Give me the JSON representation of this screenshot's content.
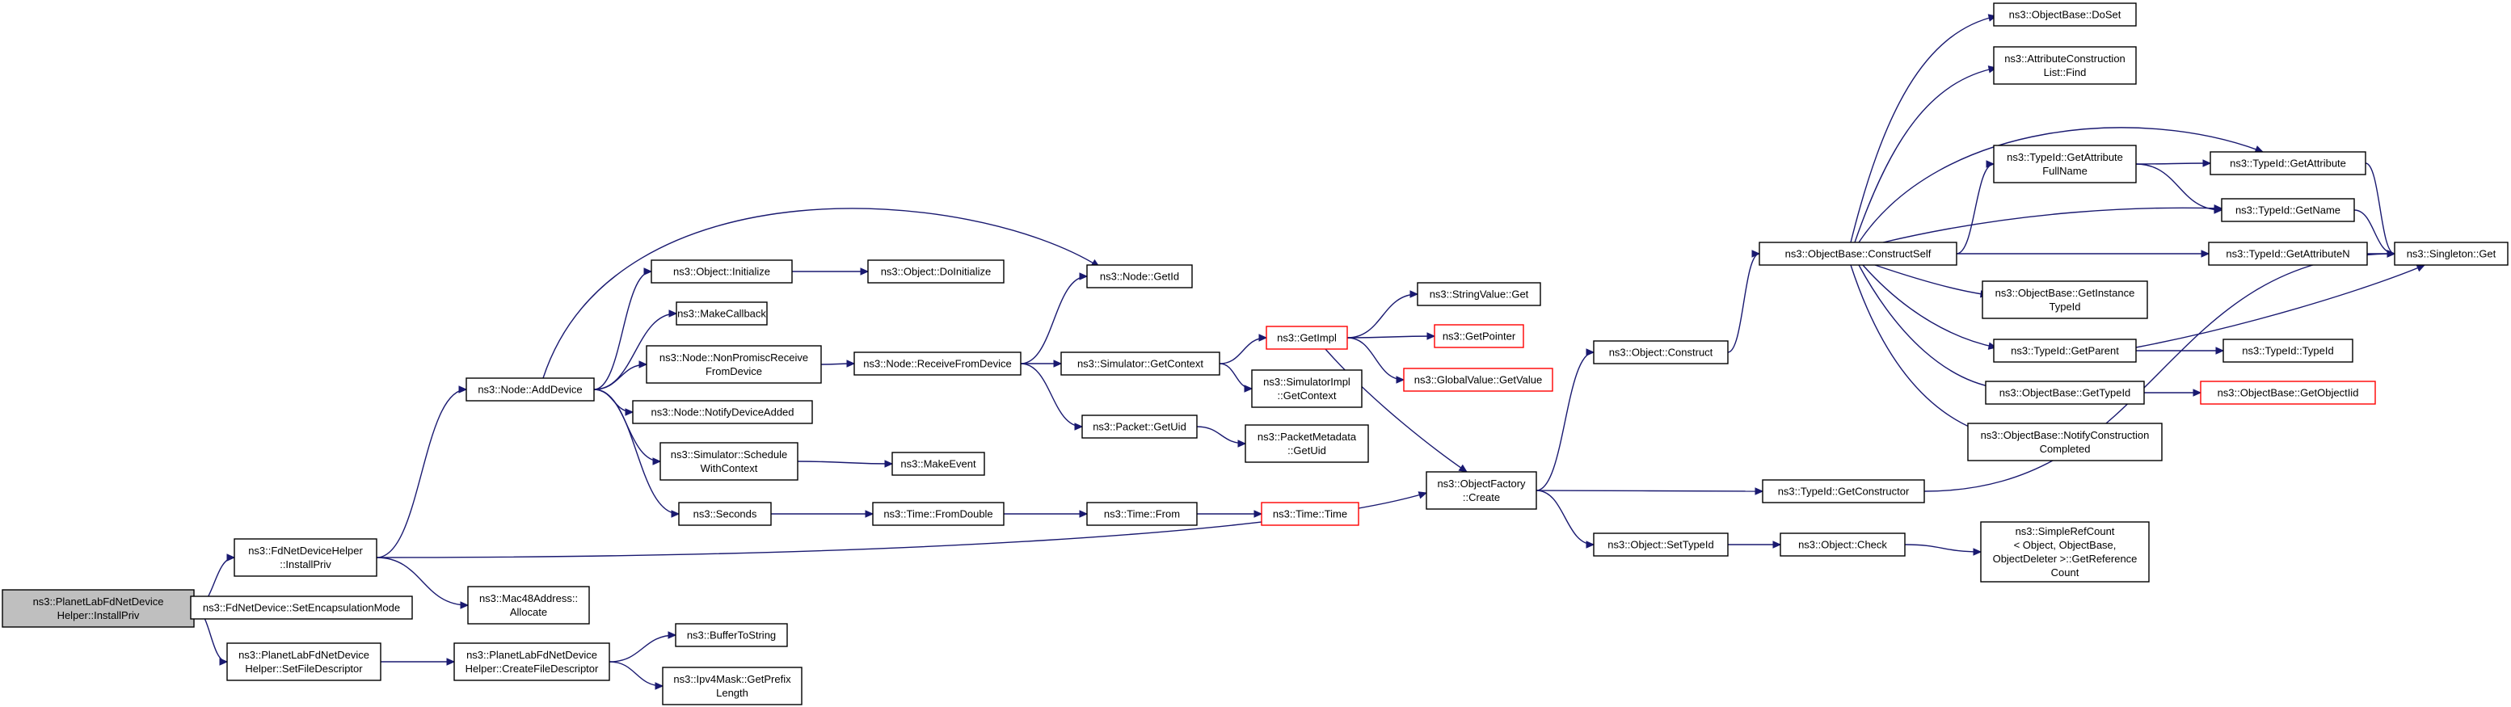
{
  "colors": {
    "edge": "#191970",
    "node_border": "#000000",
    "truncated_border": "#ff0000",
    "root_fill": "#bfbfbf",
    "node_fill": "#ffffff"
  },
  "nodes": [
    {
      "id": "root",
      "lines": [
        "ns3::PlanetLabFdNetDevice",
        "Helper::InstallPriv"
      ],
      "kind": "root"
    },
    {
      "id": "fd_installpriv",
      "lines": [
        "ns3::FdNetDeviceHelper",
        "::InstallPriv"
      ],
      "kind": "normal"
    },
    {
      "id": "setencap",
      "lines": [
        "ns3::FdNetDevice::SetEncapsulationMode"
      ],
      "kind": "normal"
    },
    {
      "id": "setfiledesc",
      "lines": [
        "ns3::PlanetLabFdNetDevice",
        "Helper::SetFileDescriptor"
      ],
      "kind": "normal"
    },
    {
      "id": "adddevice",
      "lines": [
        "ns3::Node::AddDevice"
      ],
      "kind": "normal"
    },
    {
      "id": "mac48",
      "lines": [
        "ns3::Mac48Address::",
        "Allocate"
      ],
      "kind": "normal"
    },
    {
      "id": "createfd",
      "lines": [
        "ns3::PlanetLabFdNetDevice",
        "Helper::CreateFileDescriptor"
      ],
      "kind": "normal"
    },
    {
      "id": "obj_init",
      "lines": [
        "ns3::Object::Initialize"
      ],
      "kind": "normal"
    },
    {
      "id": "makecallback",
      "lines": [
        "ns3::MakeCallback"
      ],
      "kind": "normal"
    },
    {
      "id": "nonpromisc",
      "lines": [
        "ns3::Node::NonPromiscReceive",
        "FromDevice"
      ],
      "kind": "normal"
    },
    {
      "id": "notifydev",
      "lines": [
        "ns3::Node::NotifyDeviceAdded"
      ],
      "kind": "normal"
    },
    {
      "id": "sim_schedule",
      "lines": [
        "ns3::Simulator::Schedule",
        "WithContext"
      ],
      "kind": "normal"
    },
    {
      "id": "seconds",
      "lines": [
        "ns3::Seconds"
      ],
      "kind": "normal"
    },
    {
      "id": "buffertostring",
      "lines": [
        "ns3::BufferToString"
      ],
      "kind": "normal"
    },
    {
      "id": "ipv4mask",
      "lines": [
        "ns3::Ipv4Mask::GetPrefix",
        "Length"
      ],
      "kind": "normal"
    },
    {
      "id": "obj_doinit",
      "lines": [
        "ns3::Object::DoInitialize"
      ],
      "kind": "normal"
    },
    {
      "id": "receivefromdevice",
      "lines": [
        "ns3::Node::ReceiveFromDevice"
      ],
      "kind": "normal"
    },
    {
      "id": "makeevent",
      "lines": [
        "ns3::MakeEvent"
      ],
      "kind": "normal"
    },
    {
      "id": "time_fromdouble",
      "lines": [
        "ns3::Time::FromDouble"
      ],
      "kind": "normal"
    },
    {
      "id": "node_getid",
      "lines": [
        "ns3::Node::GetId"
      ],
      "kind": "normal"
    },
    {
      "id": "sim_getcontext",
      "lines": [
        "ns3::Simulator::GetContext"
      ],
      "kind": "normal"
    },
    {
      "id": "packet_getuid",
      "lines": [
        "ns3::Packet::GetUid"
      ],
      "kind": "normal"
    },
    {
      "id": "time_from",
      "lines": [
        "ns3::Time::From"
      ],
      "kind": "normal"
    },
    {
      "id": "getimpl",
      "lines": [
        "ns3::GetImpl"
      ],
      "kind": "truncated"
    },
    {
      "id": "simimpl_getcontext",
      "lines": [
        "ns3::SimulatorImpl",
        "::GetContext"
      ],
      "kind": "normal"
    },
    {
      "id": "packetmeta_getuid",
      "lines": [
        "ns3::PacketMetadata",
        "::GetUid"
      ],
      "kind": "normal"
    },
    {
      "id": "time_time",
      "lines": [
        "ns3::Time::Time"
      ],
      "kind": "truncated"
    },
    {
      "id": "stringvalue_get",
      "lines": [
        "ns3::StringValue::Get"
      ],
      "kind": "normal"
    },
    {
      "id": "getpointer",
      "lines": [
        "ns3::GetPointer"
      ],
      "kind": "truncated"
    },
    {
      "id": "globalvalue_getvalue",
      "lines": [
        "ns3::GlobalValue::GetValue"
      ],
      "kind": "truncated"
    },
    {
      "id": "objfactory_create",
      "lines": [
        "ns3::ObjectFactory",
        "::Create"
      ],
      "kind": "normal"
    },
    {
      "id": "obj_construct",
      "lines": [
        "ns3::Object::Construct"
      ],
      "kind": "normal"
    },
    {
      "id": "obj_settypeid",
      "lines": [
        "ns3::Object::SetTypeId"
      ],
      "kind": "normal"
    },
    {
      "id": "objbase_constructself",
      "lines": [
        "ns3::ObjectBase::ConstructSelf"
      ],
      "kind": "normal"
    },
    {
      "id": "typeid_getconstructor",
      "lines": [
        "ns3::TypeId::GetConstructor"
      ],
      "kind": "normal"
    },
    {
      "id": "obj_check",
      "lines": [
        "ns3::Object::Check"
      ],
      "kind": "normal"
    },
    {
      "id": "objbase_doset",
      "lines": [
        "ns3::ObjectBase::DoSet"
      ],
      "kind": "normal"
    },
    {
      "id": "attrconst_find",
      "lines": [
        "ns3::AttributeConstruction",
        "List::Find"
      ],
      "kind": "normal"
    },
    {
      "id": "typeid_getattrfullname",
      "lines": [
        "ns3::TypeId::GetAttribute",
        "FullName"
      ],
      "kind": "normal"
    },
    {
      "id": "objbase_getinstancetypeid",
      "lines": [
        "ns3::ObjectBase::GetInstance",
        "TypeId"
      ],
      "kind": "normal"
    },
    {
      "id": "typeid_getparent",
      "lines": [
        "ns3::TypeId::GetParent"
      ],
      "kind": "normal"
    },
    {
      "id": "objbase_gettypeid",
      "lines": [
        "ns3::ObjectBase::GetTypeId"
      ],
      "kind": "normal"
    },
    {
      "id": "objbase_notifyconstruction",
      "lines": [
        "ns3::ObjectBase::NotifyConstruction",
        "Completed"
      ],
      "kind": "normal"
    },
    {
      "id": "simplerefcount",
      "lines": [
        "ns3::SimpleRefCount",
        "< Object, ObjectBase,",
        " ObjectDeleter >::GetReference",
        "Count"
      ],
      "kind": "normal"
    },
    {
      "id": "typeid_getattribute",
      "lines": [
        "ns3::TypeId::GetAttribute"
      ],
      "kind": "normal"
    },
    {
      "id": "typeid_getname",
      "lines": [
        "ns3::TypeId::GetName"
      ],
      "kind": "normal"
    },
    {
      "id": "typeid_getattributen",
      "lines": [
        "ns3::TypeId::GetAttributeN"
      ],
      "kind": "normal"
    },
    {
      "id": "typeid_typeid",
      "lines": [
        "ns3::TypeId::TypeId"
      ],
      "kind": "normal"
    },
    {
      "id": "objbase_getobjectiid",
      "lines": [
        "ns3::ObjectBase::GetObjectIid"
      ],
      "kind": "truncated"
    },
    {
      "id": "singleton_get",
      "lines": [
        "ns3::Singleton::Get"
      ],
      "kind": "normal"
    }
  ],
  "edges": [
    [
      "root",
      "fd_installpriv"
    ],
    [
      "root",
      "setencap"
    ],
    [
      "root",
      "setfiledesc"
    ],
    [
      "fd_installpriv",
      "adddevice"
    ],
    [
      "fd_installpriv",
      "mac48"
    ],
    [
      "fd_installpriv",
      "objfactory_create"
    ],
    [
      "setfiledesc",
      "createfd"
    ],
    [
      "createfd",
      "buffertostring"
    ],
    [
      "createfd",
      "ipv4mask"
    ],
    [
      "adddevice",
      "obj_init"
    ],
    [
      "adddevice",
      "makecallback"
    ],
    [
      "adddevice",
      "nonpromisc"
    ],
    [
      "adddevice",
      "notifydev"
    ],
    [
      "adddevice",
      "sim_schedule"
    ],
    [
      "adddevice",
      "seconds"
    ],
    [
      "adddevice",
      "node_getid"
    ],
    [
      "obj_init",
      "obj_doinit"
    ],
    [
      "nonpromisc",
      "receivefromdevice"
    ],
    [
      "receivefromdevice",
      "node_getid"
    ],
    [
      "receivefromdevice",
      "sim_getcontext"
    ],
    [
      "receivefromdevice",
      "packet_getuid"
    ],
    [
      "sim_schedule",
      "makeevent"
    ],
    [
      "seconds",
      "time_fromdouble"
    ],
    [
      "time_fromdouble",
      "time_from"
    ],
    [
      "time_from",
      "time_time"
    ],
    [
      "sim_getcontext",
      "getimpl"
    ],
    [
      "sim_getcontext",
      "simimpl_getcontext"
    ],
    [
      "packet_getuid",
      "packetmeta_getuid"
    ],
    [
      "getimpl",
      "stringvalue_get"
    ],
    [
      "getimpl",
      "getpointer"
    ],
    [
      "getimpl",
      "globalvalue_getvalue"
    ],
    [
      "getimpl",
      "objfactory_create"
    ],
    [
      "objfactory_create",
      "obj_construct"
    ],
    [
      "objfactory_create",
      "typeid_getconstructor"
    ],
    [
      "objfactory_create",
      "obj_settypeid"
    ],
    [
      "obj_construct",
      "objbase_constructself"
    ],
    [
      "obj_settypeid",
      "obj_check"
    ],
    [
      "obj_check",
      "simplerefcount"
    ],
    [
      "typeid_getconstructor",
      "singleton_get"
    ],
    [
      "objbase_constructself",
      "objbase_doset"
    ],
    [
      "objbase_constructself",
      "attrconst_find"
    ],
    [
      "objbase_constructself",
      "typeid_getattrfullname"
    ],
    [
      "objbase_constructself",
      "typeid_getattribute"
    ],
    [
      "objbase_constructself",
      "typeid_getname"
    ],
    [
      "objbase_constructself",
      "typeid_getattributen"
    ],
    [
      "objbase_constructself",
      "objbase_getinstancetypeid"
    ],
    [
      "objbase_constructself",
      "typeid_getparent"
    ],
    [
      "objbase_constructself",
      "objbase_gettypeid"
    ],
    [
      "objbase_constructself",
      "objbase_notifyconstruction"
    ],
    [
      "typeid_getattrfullname",
      "typeid_getattribute"
    ],
    [
      "typeid_getattrfullname",
      "typeid_getname"
    ],
    [
      "typeid_getattribute",
      "singleton_get"
    ],
    [
      "typeid_getname",
      "singleton_get"
    ],
    [
      "typeid_getattributen",
      "singleton_get"
    ],
    [
      "typeid_getparent",
      "typeid_typeid"
    ],
    [
      "typeid_getparent",
      "singleton_get"
    ],
    [
      "objbase_gettypeid",
      "objbase_getobjectiid"
    ]
  ]
}
